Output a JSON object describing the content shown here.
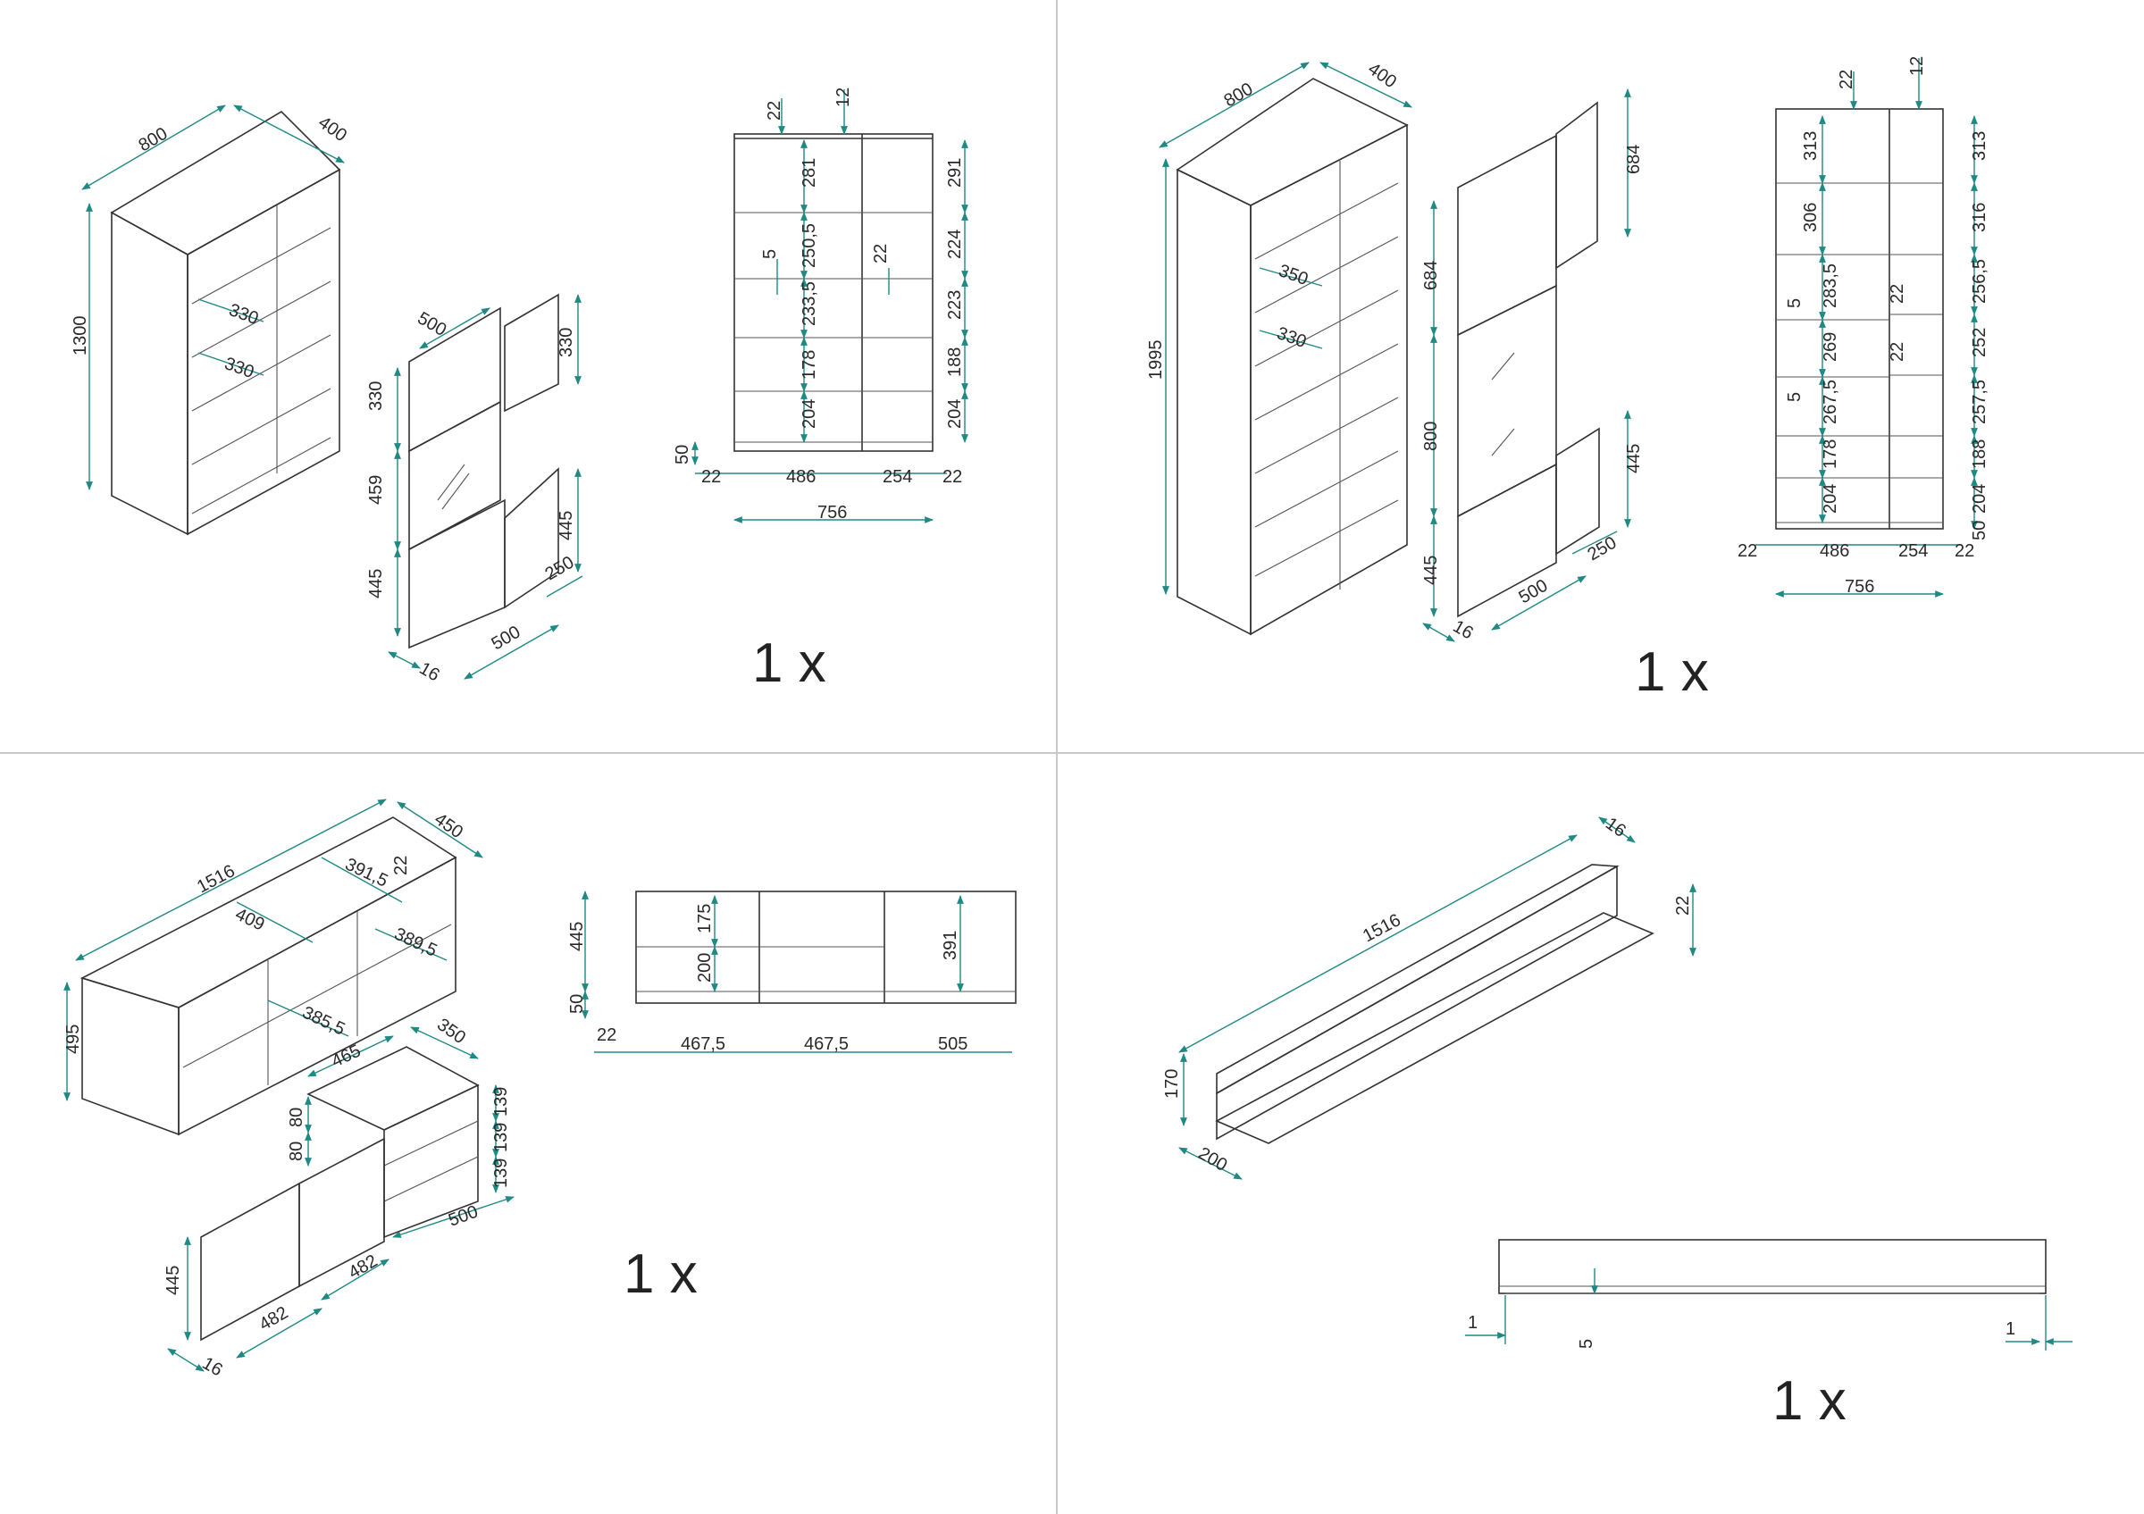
{
  "quantity_label": "1 x",
  "colors": {
    "dimension": "#1f8a84",
    "outline": "#333333",
    "separator": "#c8c8c8"
  },
  "panel1": {
    "cabinet_dims": [
      "800",
      "400",
      "1300",
      "330",
      "330"
    ],
    "doors_dims": [
      "500",
      "330",
      "330",
      "459",
      "445",
      "445",
      "250",
      "500",
      "16"
    ],
    "front_dims": {
      "top": [
        "22",
        "12"
      ],
      "left_col": [
        "281",
        "250,5",
        "5",
        "233,5",
        "178",
        "204"
      ],
      "right_col": [
        "291",
        "22",
        "224",
        "223",
        "188",
        "204"
      ],
      "base": "50",
      "bottom": [
        "22",
        "486",
        "254",
        "22"
      ],
      "total": "756"
    }
  },
  "panel2": {
    "cabinet_dims": [
      "800",
      "400",
      "1995",
      "350",
      "330"
    ],
    "doors_dims": [
      "684",
      "684",
      "800",
      "445",
      "445",
      "250",
      "500",
      "16"
    ],
    "front_dims": {
      "top": [
        "22",
        "12"
      ],
      "left_col": [
        "313",
        "306",
        "5",
        "283,5",
        "269",
        "5",
        "267,5",
        "178",
        "204"
      ],
      "right_col": [
        "313",
        "316",
        "22",
        "256,5",
        "22",
        "252",
        "257,5",
        "188",
        "204",
        "50"
      ],
      "bottom": [
        "22",
        "486",
        "254",
        "22"
      ],
      "total": "756"
    }
  },
  "panel3": {
    "cabinet_dims": [
      "1516",
      "450",
      "22",
      "391,5",
      "409",
      "389,5",
      "385,5",
      "495"
    ],
    "drawer_dims": [
      "350",
      "465",
      "80",
      "80",
      "139",
      "139",
      "139",
      "500"
    ],
    "door_dims": [
      "445",
      "482",
      "482",
      "16"
    ],
    "front_dims": {
      "heights": [
        "445",
        "50"
      ],
      "inner": [
        "175",
        "200",
        "391"
      ],
      "bottom": [
        "22",
        "467,5",
        "467,5",
        "505"
      ]
    }
  },
  "panel4": {
    "shelf_dims": [
      "16",
      "1516",
      "22",
      "170",
      "200"
    ],
    "front_dims": [
      "1",
      "5",
      "1"
    ]
  }
}
